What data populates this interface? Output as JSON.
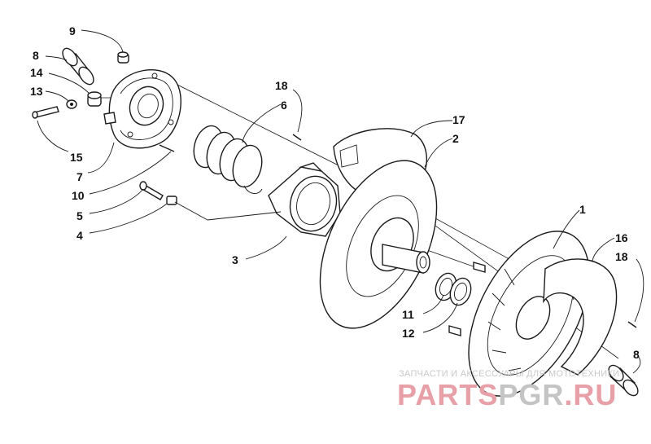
{
  "diagram": {
    "callouts": [
      {
        "id": "9",
        "label": "9"
      },
      {
        "id": "8a",
        "label": "8"
      },
      {
        "id": "14",
        "label": "14"
      },
      {
        "id": "13",
        "label": "13"
      },
      {
        "id": "15",
        "label": "15"
      },
      {
        "id": "7",
        "label": "7"
      },
      {
        "id": "10",
        "label": "10"
      },
      {
        "id": "5",
        "label": "5"
      },
      {
        "id": "4",
        "label": "4"
      },
      {
        "id": "18a",
        "label": "18"
      },
      {
        "id": "6",
        "label": "6"
      },
      {
        "id": "3",
        "label": "3"
      },
      {
        "id": "17",
        "label": "17"
      },
      {
        "id": "2",
        "label": "2"
      },
      {
        "id": "1",
        "label": "1"
      },
      {
        "id": "16",
        "label": "16"
      },
      {
        "id": "18b",
        "label": "18"
      },
      {
        "id": "11",
        "label": "11"
      },
      {
        "id": "12",
        "label": "12"
      },
      {
        "id": "8b",
        "label": "8"
      }
    ]
  },
  "watermark": {
    "caption": "ЗАПЧАСТИ И АКСЕССУАРЫ ДЛЯ МОТОТЕХНИКИ",
    "brand_red": "PARTS",
    "brand_gray": "PGR",
    "brand_tail": ".RU",
    "red_color": "#e8a0a8",
    "gray_color": "#c4c4c4"
  }
}
